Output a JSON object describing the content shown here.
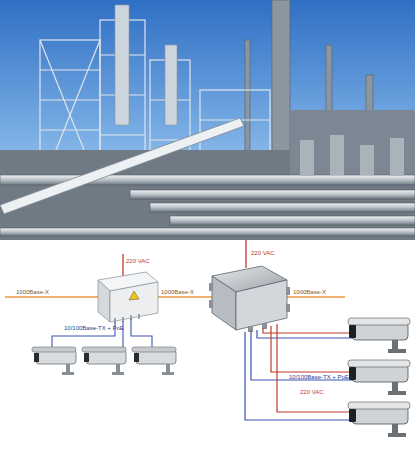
{
  "diagram": {
    "labels": [
      "220 VAC",
      "220 VAC",
      "1000Base-X",
      "1000Base-X",
      "1000Base-X",
      "10/100Base-TX + PoE",
      "10/100Base-TX + PoE",
      "220 VAC"
    ]
  }
}
